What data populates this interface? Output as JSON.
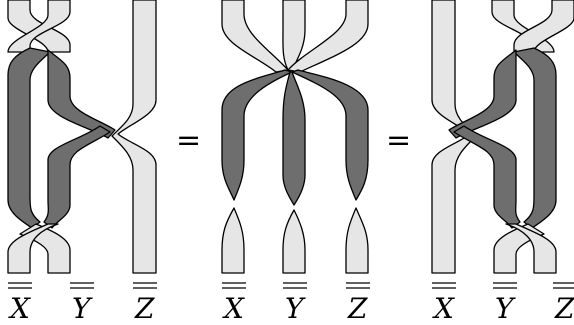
{
  "diagram": {
    "panels": [
      {
        "labels": [
          "X",
          "Y",
          "Z"
        ]
      },
      {
        "labels": [
          "X",
          "Y",
          "Z"
        ]
      },
      {
        "labels": [
          "X",
          "Y",
          "Z"
        ]
      }
    ],
    "equals": [
      "=",
      "="
    ]
  }
}
